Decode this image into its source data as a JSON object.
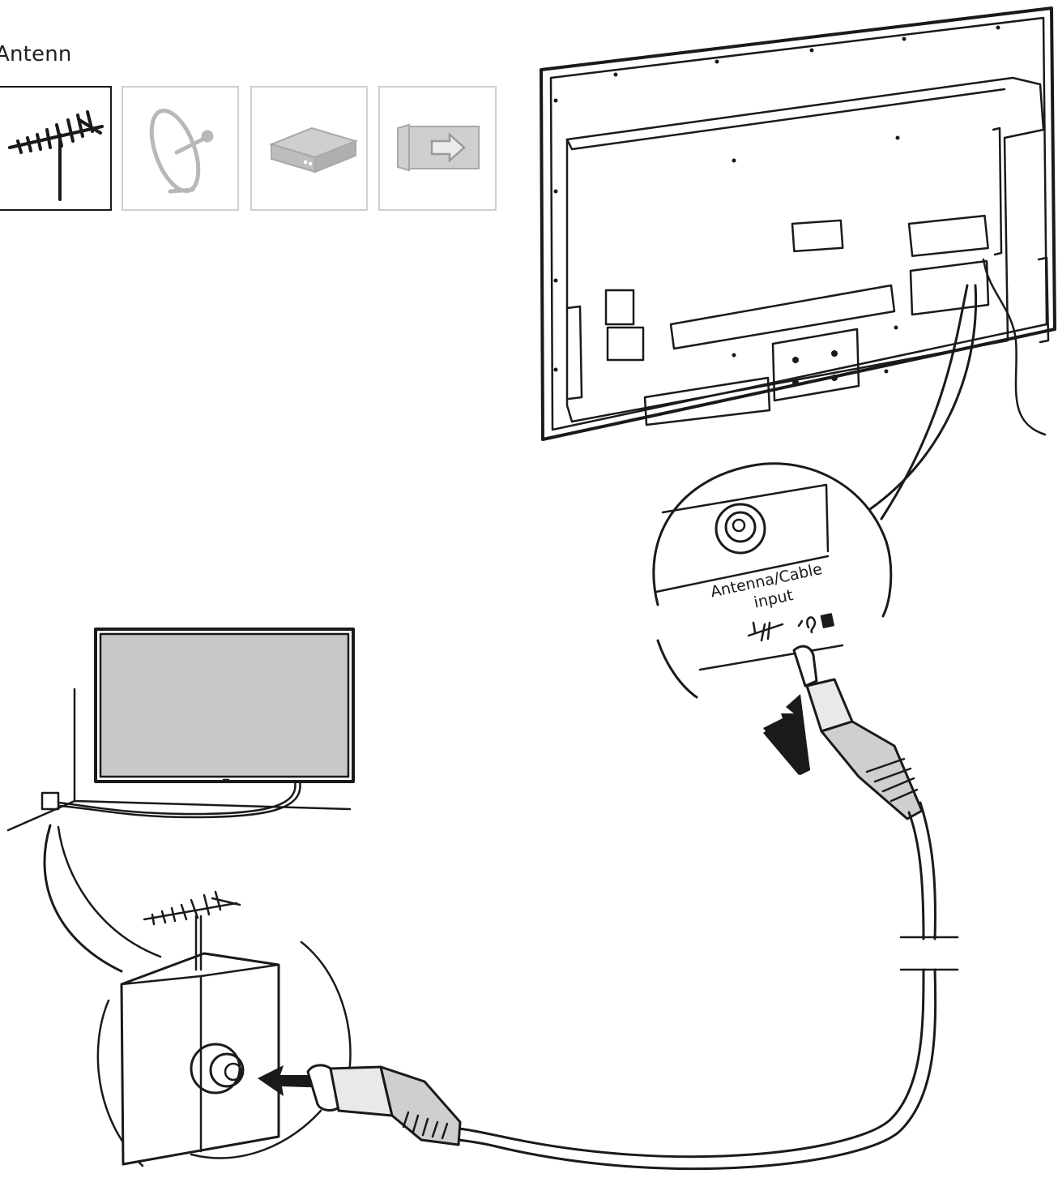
{
  "header": {
    "title": "Antenn"
  },
  "source_tiles": [
    {
      "icon": "antenna-icon",
      "selected": true
    },
    {
      "icon": "satellite-dish-icon",
      "selected": false
    },
    {
      "icon": "set-top-box-icon",
      "selected": false
    },
    {
      "icon": "ci-module-icon",
      "selected": false
    }
  ],
  "diagram": {
    "port_label_line1": "Antenna/Cable",
    "port_label_line2": "input"
  },
  "colors": {
    "line": "#1a1a1a",
    "tile_selected_border": "#1a1a1a",
    "tile_inactive_border": "#cfcfcf",
    "tile_inactive_icon": "#b8b8b8",
    "screen_fill": "#c8c8c8",
    "cable_fill": "#d6d6d6"
  }
}
